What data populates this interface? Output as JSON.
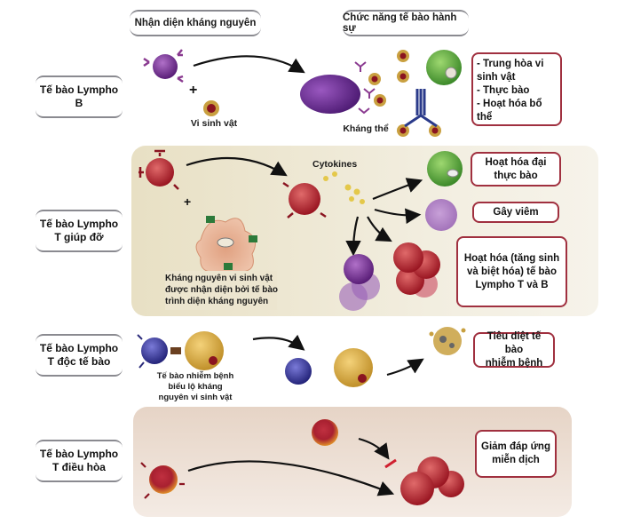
{
  "headers": {
    "recognition": "Nhận diện kháng nguyên",
    "effector": "Chức năng tế bào hành sự"
  },
  "rows": [
    {
      "label": "Tế bào Lympho\nB",
      "captions": [
        "Vi sinh vật",
        "Kháng thể"
      ],
      "functions": [
        "- Trung hòa vi\nsinh vật\n- Thực bào\n- Hoạt hóa bổ\nthể"
      ]
    },
    {
      "label": "Tế bào Lympho\nT giúp đỡ",
      "captions": [
        "Cytokines",
        "Kháng nguyên vi sinh vật\nđược nhận diện bởi tế bào\ntrình diện kháng nguyên"
      ],
      "functions": [
        "Hoạt hóa đại\nthực bào",
        "Gây viêm",
        "Hoạt hóa (tăng sinh\nvà biệt hóa) tế bào\nLympho T và B"
      ]
    },
    {
      "label": "Tế bào Lympho\nT độc tế bào",
      "captions": [
        "Tế bào nhiễm bệnh\nbiểu lộ kháng\nnguyên vi sinh vật"
      ],
      "functions": [
        "Tiêu diệt tế bào\nnhiễm bệnh"
      ]
    },
    {
      "label": "Tế bào Lympho\nT điều hòa",
      "captions": [],
      "functions": [
        "Giảm đáp ứng\nmiễn dịch"
      ]
    }
  ],
  "symbols": {
    "plus": "+"
  },
  "colors": {
    "function_border": "#a0303f",
    "helper_panel": "#ede6cf",
    "regulatory_panel": "#ecdcd0"
  }
}
